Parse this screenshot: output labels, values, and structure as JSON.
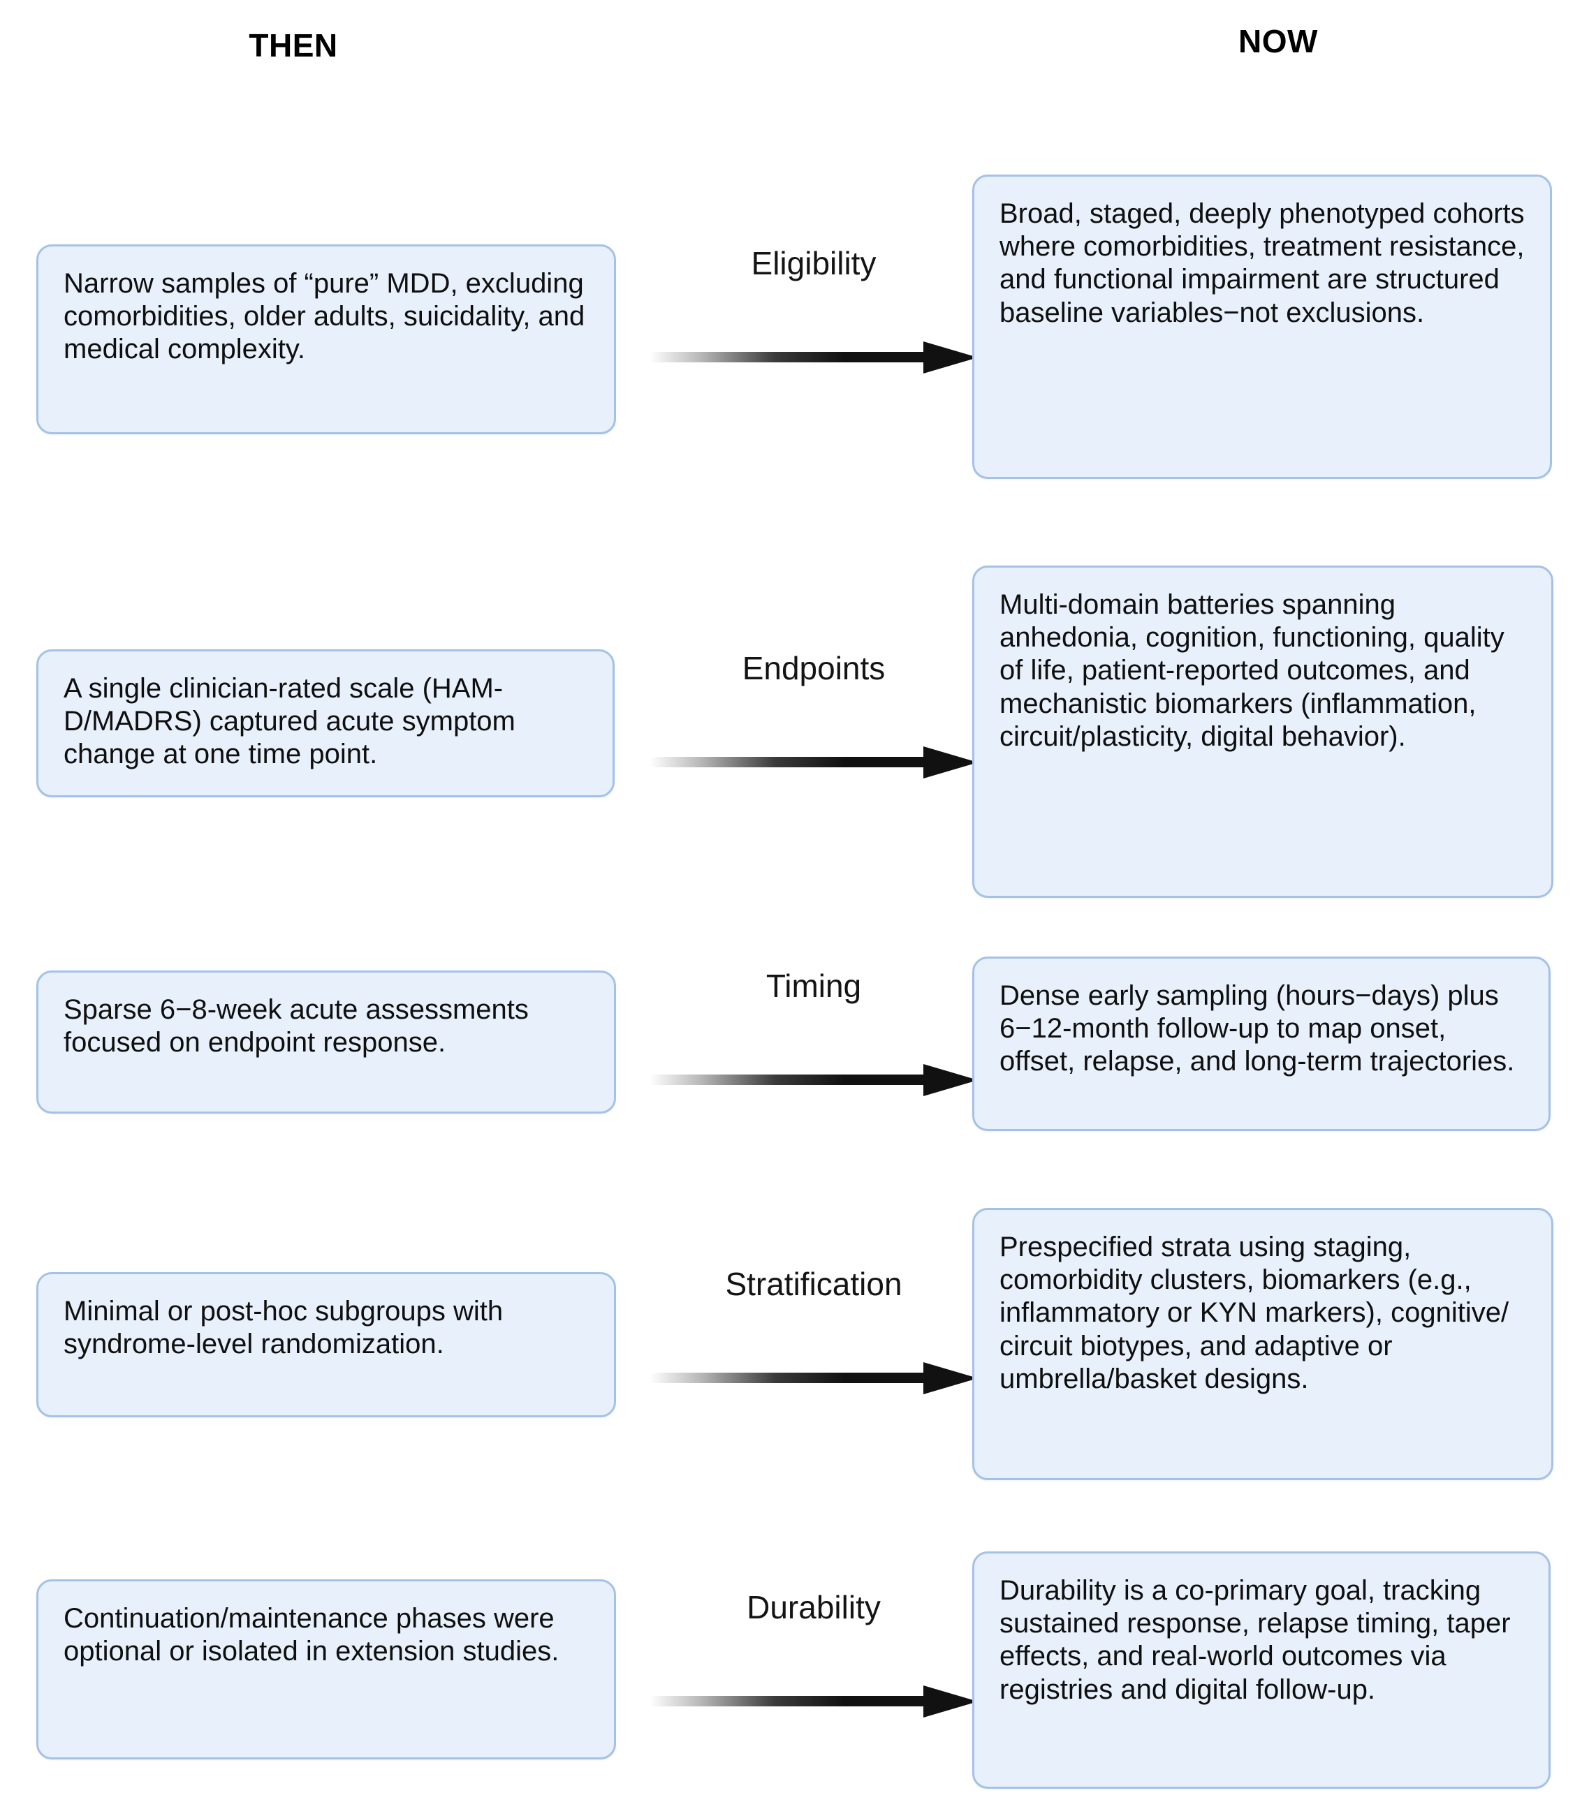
{
  "headers": {
    "left": "THEN",
    "right": "NOW"
  },
  "colors": {
    "box_fill": "#e8f0fb",
    "box_border": "#a4c2e8",
    "text": "#0f0f0f",
    "arrow_dark": "#111111",
    "background": "#ffffff"
  },
  "rows": [
    {
      "label": "Eligibility",
      "then": "Narrow samples of “pure” MDD, excluding comorbidities, older adults, suicidality, and medical complexity.",
      "now": "Broad, staged, deeply phenotyped cohorts where comorbidities, treatment resistance, and functional impairment are structured baseline variables−not exclusions."
    },
    {
      "label": "Endpoints",
      "then": "A single clinician-rated scale (HAM-D/MADRS) captured acute symptom change at one time point.",
      "now": "Multi-domain batteries spanning anhedonia, cognition, functioning, quality of life, patient-reported outcomes, and mechanistic biomarkers (inflammation, circuit/plasticity, digital behavior)."
    },
    {
      "label": "Timing",
      "then": "Sparse 6−8-week acute assessments focused on endpoint response.",
      "now": "Dense early sampling (hours−days) plus 6−12-month follow-up to map onset, offset, relapse, and long-term trajectories."
    },
    {
      "label": "Stratification",
      "then": "Minimal or post-hoc subgroups with syndrome-level randomization.",
      "now": "Prespecified strata using staging, comorbidity clusters, biomarkers (e.g., inflammatory or KYN markers), cognitive/ circuit biotypes, and adaptive or umbrella/basket designs."
    },
    {
      "label": "Durability",
      "then": "Continuation/maintenance phases were optional or isolated in extension studies.",
      "now": "Durability is a co-primary goal, tracking sustained response, relapse timing, taper effects, and real-world outcomes via registries and digital follow-up."
    }
  ]
}
